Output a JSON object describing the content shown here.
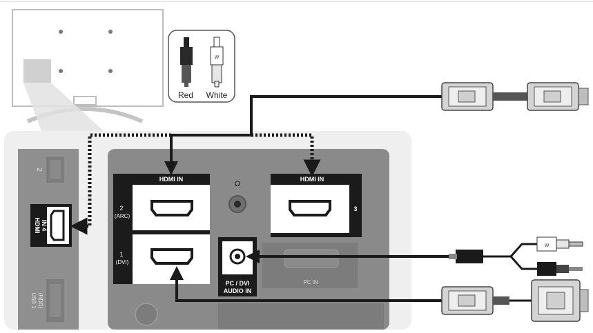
{
  "legend": {
    "red_label": "Red",
    "white_label": "White"
  },
  "panel": {
    "hdmi_in_label_left": "HDMI IN",
    "hdmi_in_label_right": "HDMI IN",
    "port_2_number": "2",
    "port_2_tag": "(ARC)",
    "port_1_number": "1",
    "port_1_tag": "(DVI)",
    "port_3_number": "3",
    "audio_label_line1": "PC / DVI",
    "audio_label_line2": "AUDIO IN",
    "pc_in_label": "PC IN",
    "headphone_symbol": "Ω"
  },
  "side_panel": {
    "hdmi4_line1": "HDMI",
    "hdmi4_line2": "IN 4",
    "usb2_label": "2",
    "usb1_line1": "USB 1",
    "usb1_line2": "(HDD)"
  },
  "colors": {
    "panel_bg": "#efefef",
    "inner_panel": "#8a8a8a",
    "port_block": "#1b1b1b",
    "port_white": "#ffffff",
    "cable": "#1a1a1a",
    "plug_gray": "#d4d4d4"
  }
}
